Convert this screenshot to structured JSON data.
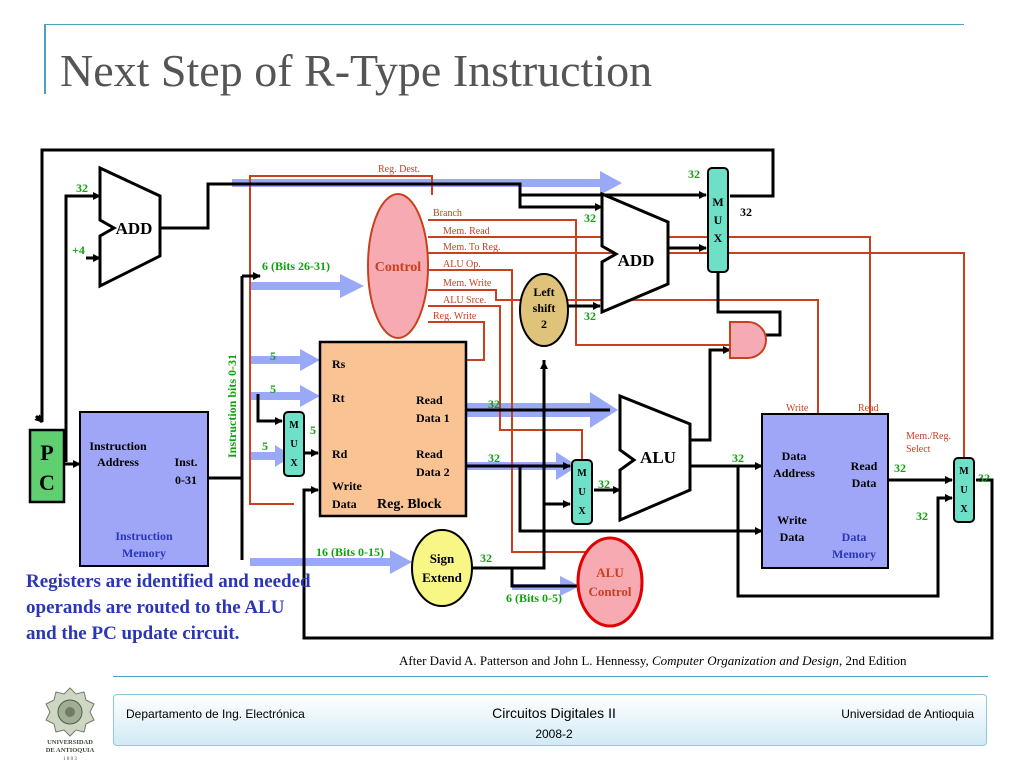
{
  "slide": {
    "title": "Next Step of R-Type Instruction",
    "caption": "Registers are identified and needed operands are routed to the ALU and the PC update circuit.",
    "credit_prefix": "After David A. Patterson and John L. Hennessy, ",
    "credit_book": "Computer Organization and Design",
    "credit_suffix": ", 2nd Edition"
  },
  "footer": {
    "left": "Departamento de Ing. Electrónica",
    "center": "Circuitos Digitales II",
    "center_sub": "2008-2",
    "right": "Universidad de Antioquia"
  },
  "logo": {
    "line1": "UNIVERSIDAD",
    "line2": "DE ANTIOQUIA",
    "line3": "1 8 0 3"
  },
  "diagram": {
    "pc": {
      "l1": "P",
      "l2": "C"
    },
    "add1": "ADD",
    "add2": "ADD",
    "alu": "ALU",
    "left_shift": {
      "l1": "Left",
      "l2": "shift",
      "l3": "2"
    },
    "control": "Control",
    "sign_extend": {
      "l1": "Sign",
      "l2": "Extend"
    },
    "alu_control": {
      "l1": "ALU",
      "l2": "Control"
    },
    "mux": {
      "l1": "M",
      "l2": "U",
      "l3": "X"
    },
    "instr_mem": {
      "addr1": "Instruction",
      "addr2": "Address",
      "inst1": "Inst.",
      "inst2": "0-31",
      "name1": "Instruction",
      "name2": "Memory"
    },
    "reg_block": {
      "rs": "Rs",
      "rt": "Rt",
      "rd": "Rd",
      "wd1": "Write",
      "wd2": "Data",
      "rd1a": "Read",
      "rd1b": "Data 1",
      "rd2a": "Read",
      "rd2b": "Data 2",
      "name": "Reg. Block"
    },
    "data_mem": {
      "a1": "Data",
      "a2": "Address",
      "rd1": "Read",
      "rd2": "Data",
      "w1": "Write",
      "w2": "Data",
      "n1": "Data",
      "n2": "Memory",
      "write": "Write",
      "read": "Read"
    },
    "control_signals": [
      "Reg. Dest.",
      "Branch",
      "Mem. Read",
      "Mem. To Reg.",
      "ALU Op.",
      "Mem. Write",
      "ALU Srce.",
      "Reg. Write"
    ],
    "mem_reg_select": {
      "l1": "Mem./Reg.",
      "l2": "Select"
    },
    "labels": {
      "w32": "32",
      "plus4": "+4",
      "w5": "5",
      "bits_26_31": "6 (Bits 26-31)",
      "bits_0_15": "16 (Bits 0-15)",
      "bits_0_5": "6 (Bits 0-5)",
      "instr_bits": "Instruction bits 0-31"
    },
    "colors": {
      "control_line": "#c8401e",
      "bus_arrow": "#9aa8f8",
      "green_label": "#10a010",
      "mux_fill": "#6fe0c8",
      "pc_fill": "#5fcf6f",
      "memory_fill": "#9fa6f8",
      "reg_fill": "#f9c394",
      "control_fill": "#f8aab2",
      "shift_fill": "#dfc37a",
      "sign_fill": "#f8f684",
      "and_fill": "#f6aab4"
    }
  }
}
